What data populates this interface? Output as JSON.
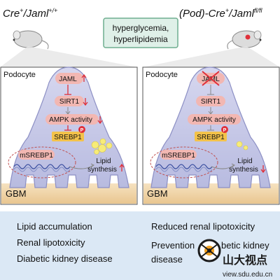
{
  "header": {
    "left_title_prefix": "Cre",
    "left_title_sup1": "+",
    "left_title_gene": "/Jaml",
    "left_title_sup2": "+/+",
    "right_title_prefix": "(Pod)-Cre",
    "right_title_sup1": "+",
    "right_title_gene": "/Jaml",
    "right_title_sup2": "fl/fl",
    "condition_line1": "hyperglycemia,",
    "condition_line2": "hyperlipidemia"
  },
  "panels": {
    "left": {
      "cell_label": "Podocyte",
      "jaml": "JAML",
      "sirt1": "SIRT1",
      "ampk": "AMPK activity",
      "srebp1": "SREBP1",
      "msrebp1": "mSREBP1",
      "lipid_synthesis_line1": "Lipid",
      "lipid_synthesis_line2": "synthesis",
      "gbm": "GBM",
      "phospho": "P",
      "trend_jaml": "up",
      "trend_sirt1": "down",
      "trend_ampk": "down",
      "trend_lipid": "up"
    },
    "right": {
      "cell_label": "Podocyte",
      "jaml": "JAML",
      "sirt1": "SIRT1",
      "ampk": "AMPK activity",
      "srebp1": "SREBP1",
      "msrebp1": "mSREBP1",
      "lipid_synthesis_line1": "Lipid",
      "lipid_synthesis_line2": "synthesis",
      "gbm": "GBM",
      "phospho": "P",
      "jaml_deleted": true,
      "trend_lipid": "down"
    }
  },
  "outcomes": {
    "left": [
      "Lipid accumulation",
      "Renal lipotoxicity",
      "Diabetic kidney disease"
    ],
    "right_line1": "Reduced renal lipotoxicity",
    "right_line2_start": "Prevention",
    "right_line2_end": "betic kidney",
    "right_line3": "disease"
  },
  "watermark": {
    "brand": "山大视点",
    "url": "view.sdu.edu.cn"
  },
  "colors": {
    "cell_fill": "#c5c7e6",
    "cell_stroke": "#8c8fc4",
    "gbm_fill": "#f0d4a8",
    "bottom_band": "#dbe8f5",
    "pill_fill": "#f2b7b2",
    "srebp_fill": "#f3c24a",
    "arrow_red": "#e0303a",
    "lipid_yellow": "#f7ec78"
  }
}
